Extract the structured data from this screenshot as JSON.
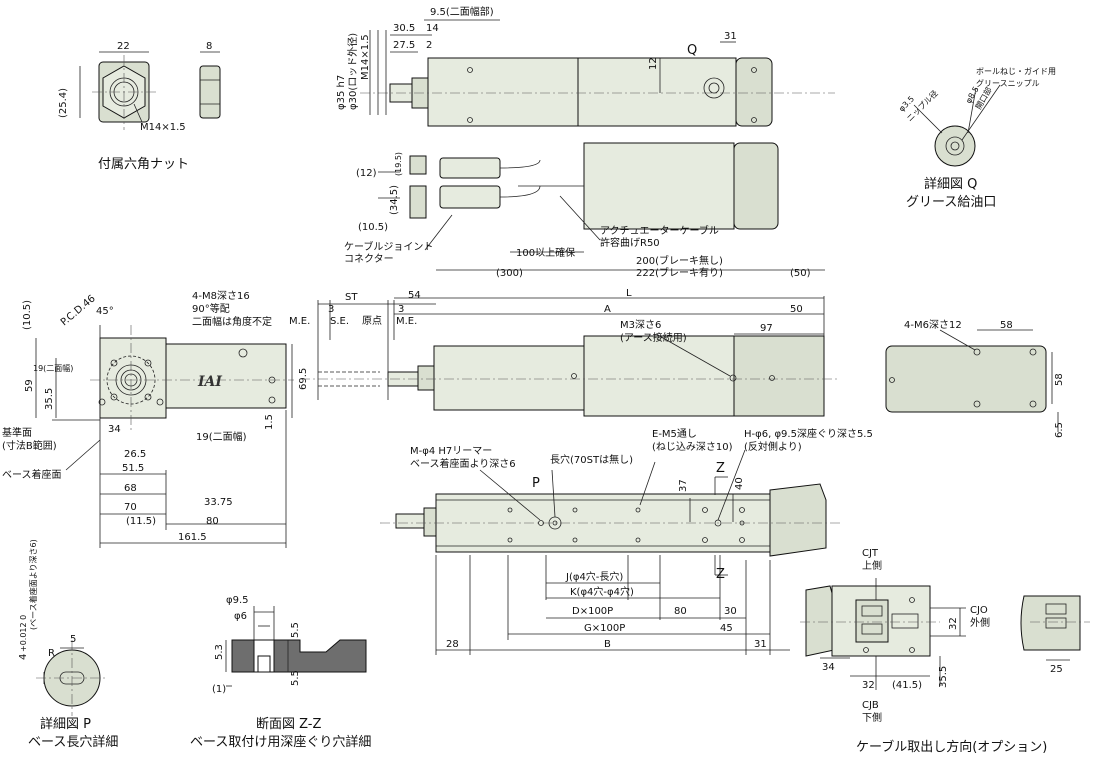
{
  "nut": {
    "caption": "付属六角ナット",
    "dim_width": "22",
    "dim_thick": "8",
    "dim_height": "(25.4)",
    "thread": "M14×1.5"
  },
  "top_view": {
    "rod_dia": "φ35 h7",
    "rod_outer": "φ30(ロッド外径)",
    "rod_thread": "M14×1.5",
    "d_30_5": "30.5",
    "d_27_5": "27.5",
    "d_14": "14",
    "d_2": "2",
    "d_flat": "9.5(二面幅部)",
    "d_12": "12",
    "d_31": "31",
    "q_label": "Q",
    "d_12p": "(12)",
    "d_19_5": "(19.5)",
    "d_34_5": "(34.5)",
    "d_10_5": "(10.5)",
    "connector_note": "ケーブルジョイント\nコネクター",
    "cable_note1": "アクチュエーターケーブル",
    "cable_note2": "許容曲げR50",
    "d_100": "100以上確保",
    "d_300": "(300)",
    "d_200": "200(ブレーキ無し)",
    "d_222": "222(ブレーキ有り)",
    "d_50p": "(50)"
  },
  "detail_q": {
    "caption1": "詳細図 Q",
    "caption2": "グリース給油口",
    "note1": "ボールねじ・ガイド用",
    "note2": "グリースニップル",
    "d_phi35": "φ3.5",
    "nipple": "ニップル径",
    "d_phi85": "φ8.5",
    "opening": "開口部"
  },
  "front_view": {
    "d_10_5": "(10.5)",
    "pcd": "P.C.D.46",
    "angle": "45°",
    "tap": "4-M8深さ16",
    "equal": "90°等配",
    "flat_note": "二面幅は角度不定",
    "d_19f": "19(二面幅)",
    "d_35_5": "35.5",
    "d_59": "59",
    "d_69_5": "69.5",
    "d_1_5": "1.5",
    "d_34": "34",
    "d_26_5": "26.5",
    "d_19f2": "19(二面幅)",
    "d_51_5": "51.5",
    "d_68": "68",
    "d_70": "70",
    "d_33_75": "33.75",
    "d_11_5": "(11.5)",
    "d_80": "80",
    "d_161_5": "161.5",
    "ref_surface1": "基準面",
    "ref_surface2": "(寸法B範囲)",
    "base_mount": "ベース着座面",
    "logo": "IAI"
  },
  "side_view": {
    "d_st": "ST",
    "d_3a": "3",
    "d_3b": "3",
    "d_54": "54",
    "me1": "M.E.",
    "se": "S.E.",
    "origin": "原点",
    "me2": "M.E.",
    "d_l": "L",
    "d_a": "A",
    "d_50": "50",
    "m3_note1": "M3深さ6",
    "m3_note2": "(アース接続用)",
    "d_97": "97"
  },
  "bottom_right": {
    "tap": "4-M6深さ12",
    "d_58w": "58",
    "d_58h": "58",
    "d_6_5": "6.5"
  },
  "bottom_view": {
    "m_note1": "M-φ4 H7リーマー",
    "m_note2": "ベース着座面より深さ6",
    "slot_note": "長穴(70STは無し)",
    "e_note1": "E-M5通し",
    "e_note2": "(ねじ込み深さ10)",
    "h_note1": "H-φ6, φ9.5深座ぐり深さ5.5",
    "h_note2": "(反対側より)",
    "p_label": "P",
    "z1": "Z",
    "z2": "Z",
    "d_37": "37",
    "d_40": "40",
    "d_j": "J(φ4穴-長穴)",
    "d_k": "K(φ4穴-φ4穴)",
    "d_d": "D×100P",
    "d_80": "80",
    "d_30": "30",
    "d_g": "G×100P",
    "d_45": "45",
    "d_28": "28",
    "d_b": "B",
    "d_31": "31"
  },
  "detail_p": {
    "caption1": "詳細図 P",
    "caption2": "ベース長穴詳細",
    "depth_note": "(ベース着座面より深さ6)",
    "d_4": "4",
    "tol": "+0.012\n0",
    "d_5": "5",
    "r": "R"
  },
  "section_zz": {
    "caption1": "断面図 Z-Z",
    "caption2": "ベース取付け用深座ぐり穴詳細",
    "d_phi95": "φ9.5",
    "d_phi6": "φ6",
    "d_5_5a": "5.5",
    "d_5_3": "5.3",
    "d_5_5b": "5.5",
    "d_1": "(1)"
  },
  "cable_option": {
    "caption": "ケーブル取出し方向(オプション)",
    "cjt1": "CJT",
    "cjt2": "上側",
    "cjo1": "CJO",
    "cjo2": "外側",
    "cjb1": "CJB",
    "cjb2": "下側",
    "d_32a": "32",
    "d_34": "34",
    "d_32b": "32",
    "d_41_5": "(41.5)",
    "d_35_5": "35.5",
    "d_25": "25"
  }
}
